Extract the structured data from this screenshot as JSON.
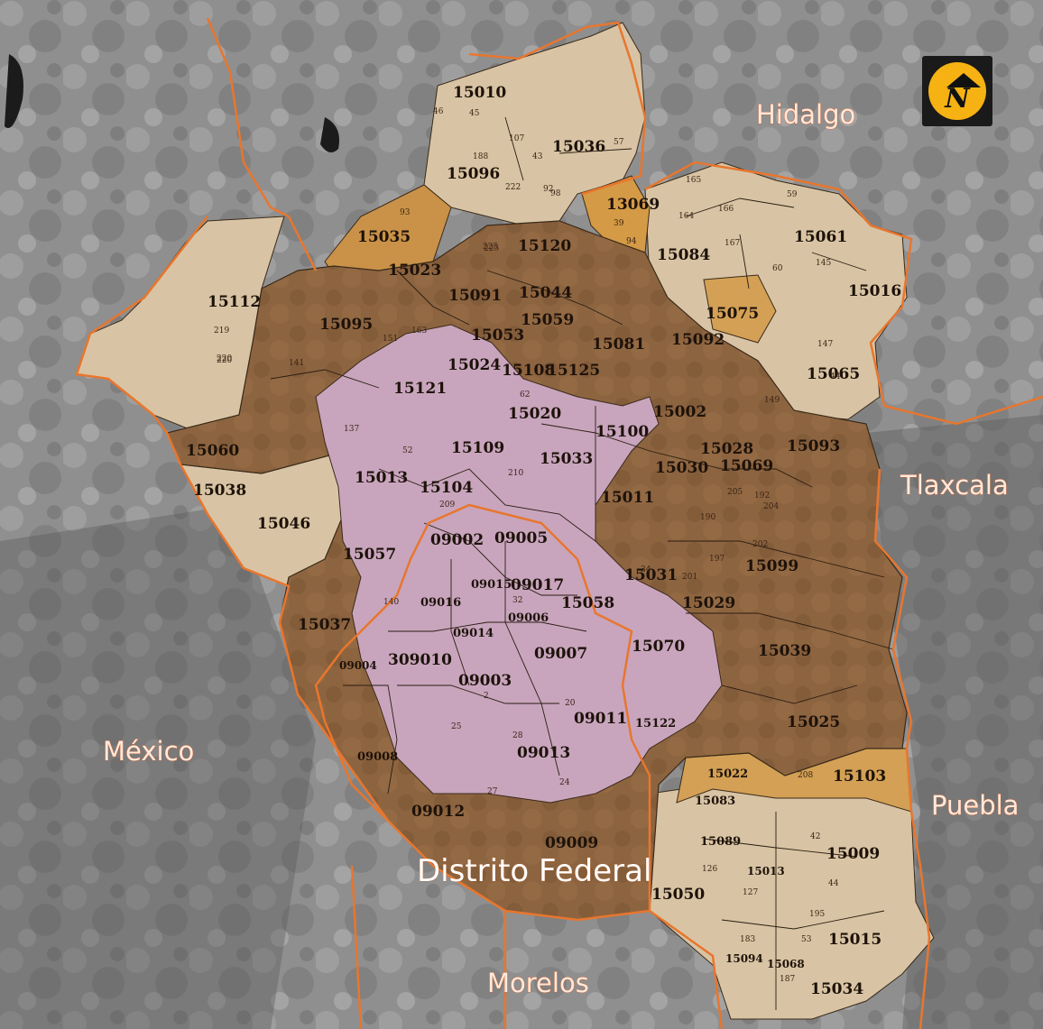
{
  "states": [
    "Hidalgo",
    "Tlaxcala",
    "Puebla",
    "Morelos",
    "México",
    "Distrito Federal"
  ],
  "north_letter": "N",
  "zones_major": [
    "15010",
    "15036",
    "15096",
    "13069",
    "15035",
    "15120",
    "15084",
    "15061",
    "15023",
    "15112",
    "15091",
    "15044",
    "15016",
    "15075",
    "15095",
    "15059",
    "15053",
    "15081",
    "15092",
    "15065",
    "15024",
    "15108",
    "15125",
    "15121",
    "15020",
    "15100",
    "15002",
    "15060",
    "15109",
    "15033",
    "15028",
    "15093",
    "15030",
    "15069",
    "15013",
    "15104",
    "15011",
    "15038",
    "15046",
    "09002",
    "09005",
    "15057",
    "15031",
    "15099",
    "09015",
    "09017",
    "15016",
    "09016",
    "15058",
    "15029",
    "09006",
    "15037",
    "09014",
    "09007",
    "15070",
    "15039",
    "09004",
    "309010",
    "09003",
    "09011",
    "15122",
    "15025",
    "09008",
    "09013",
    "15022",
    "15103",
    "15083",
    "09012",
    "15089",
    "15009",
    "15013",
    "15050",
    "09009",
    "15015",
    "15094",
    "15068",
    "15034"
  ],
  "zones_minor": [
    "45",
    "46",
    "57",
    "188",
    "107",
    "98",
    "43",
    "222",
    "165",
    "39",
    "166",
    "44",
    "93",
    "225",
    "59",
    "164",
    "94",
    "140",
    "220",
    "225",
    "60",
    "145",
    "151",
    "219",
    "163",
    "167",
    "149",
    "147",
    "220",
    "92",
    "141",
    "137",
    "52",
    "62",
    "20",
    "210",
    "192",
    "208",
    "209",
    "2",
    "25",
    "28",
    "32",
    "27",
    "24",
    "201",
    "34",
    "190",
    "202",
    "197",
    "205",
    "126",
    "42",
    "127",
    "44",
    "187",
    "53",
    "183",
    "195",
    "204"
  ]
}
